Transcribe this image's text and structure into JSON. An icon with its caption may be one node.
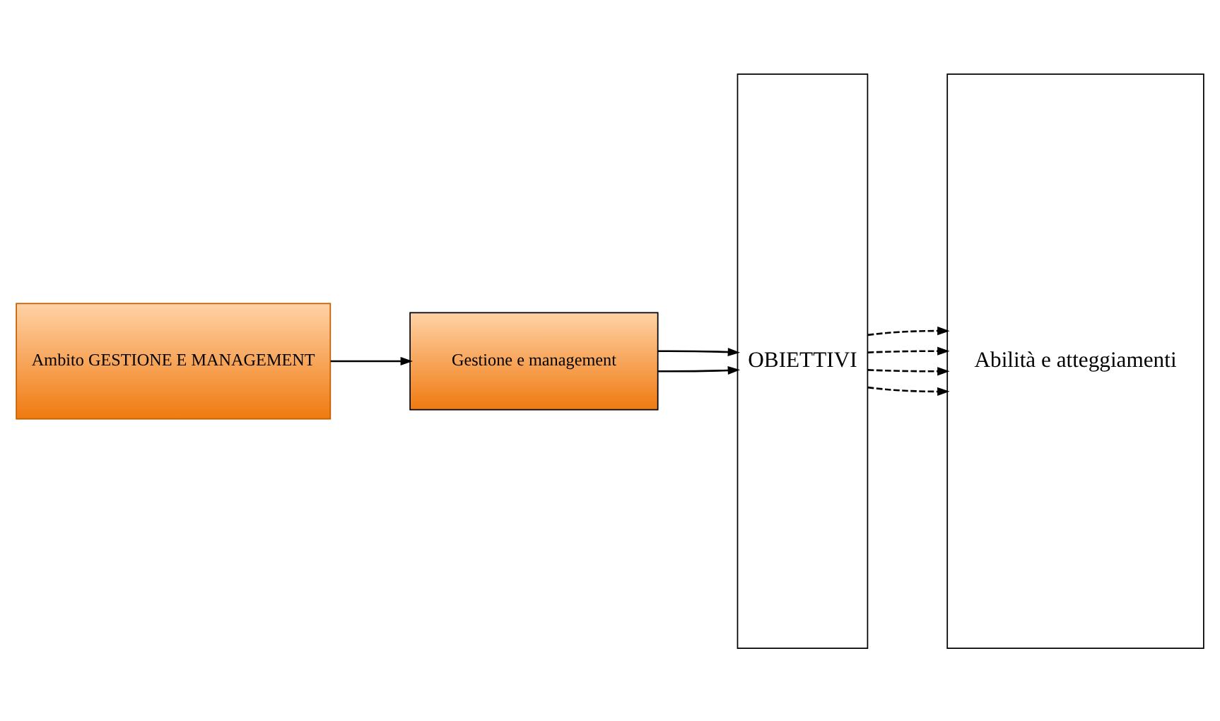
{
  "diagram": {
    "nodes": [
      {
        "text": [
          "Ambito GESTIONE E MANAGEMENT"
        ]
      },
      {
        "text": [
          "Gestione e management"
        ]
      },
      {
        "text": [
          "OBIETTIVI"
        ]
      },
      {
        "text": [
          "Abilità e atteggiamenti"
        ]
      }
    ],
    "edges": [
      {
        "from": 0,
        "to": 1,
        "arrow": "to"
      },
      {
        "from": 1,
        "to": 2,
        "arrow": "to"
      },
      {
        "from": 1,
        "to": 2,
        "arrow": "to"
      },
      {
        "from": 2,
        "to": 3,
        "arrow": "to",
        "style": "dashed"
      },
      {
        "from": 2,
        "to": 3,
        "arrow": "to",
        "style": "dashed"
      },
      {
        "from": 2,
        "to": 3,
        "arrow": "to",
        "style": "dashed"
      },
      {
        "from": 2,
        "to": 3,
        "arrow": "to",
        "style": "dashed"
      }
    ]
  }
}
